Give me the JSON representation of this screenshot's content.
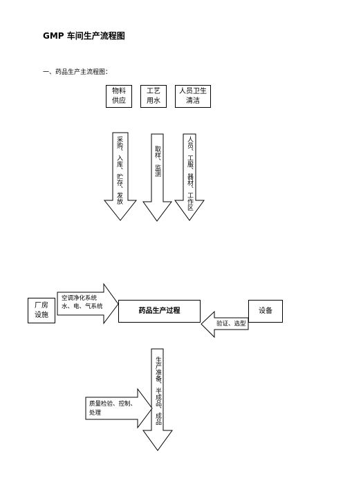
{
  "heading": {
    "title": "GMP 车间生产流程图",
    "subtitle": "一、药品生产主流程图："
  },
  "top_boxes": [
    {
      "line1": "物料",
      "line2": "供应"
    },
    {
      "line1": "工艺",
      "line2": "用水"
    },
    {
      "line1": "人员卫生",
      "line2": "清洁"
    }
  ],
  "down_arrows": [
    {
      "text": "采购、入库、贮存、发放"
    },
    {
      "text": "取样、监测"
    },
    {
      "text": "人员、工服、器材、工作区"
    }
  ],
  "middle": {
    "left_box": {
      "line1": "厂房",
      "line2": "设施"
    },
    "left_arrow_line1": "空调净化系统",
    "left_arrow_line2": "水、电、气系统",
    "center_box": "药品生产过程",
    "right_box": "设备",
    "right_arrow": "验证、选型"
  },
  "bottom": {
    "down_arrow": "生产准备、半成品、成品",
    "left_arrow_line1": "质量检验、控制、",
    "left_arrow_line2": "处理"
  }
}
